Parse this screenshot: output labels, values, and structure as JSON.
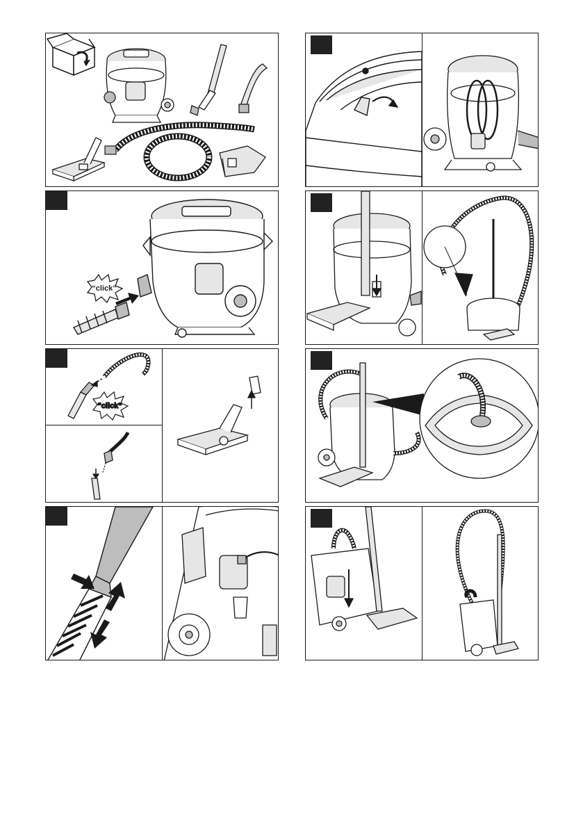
{
  "labels": {
    "click_a": "“click”",
    "click_b": "“click”"
  },
  "icons": {
    "unbox": "open-box-icon",
    "step": "step-number-badge"
  },
  "colors": {
    "ink": "#1a1a1a",
    "fill_gray": "#bdbdbd",
    "light_gray": "#e6e6e6"
  }
}
